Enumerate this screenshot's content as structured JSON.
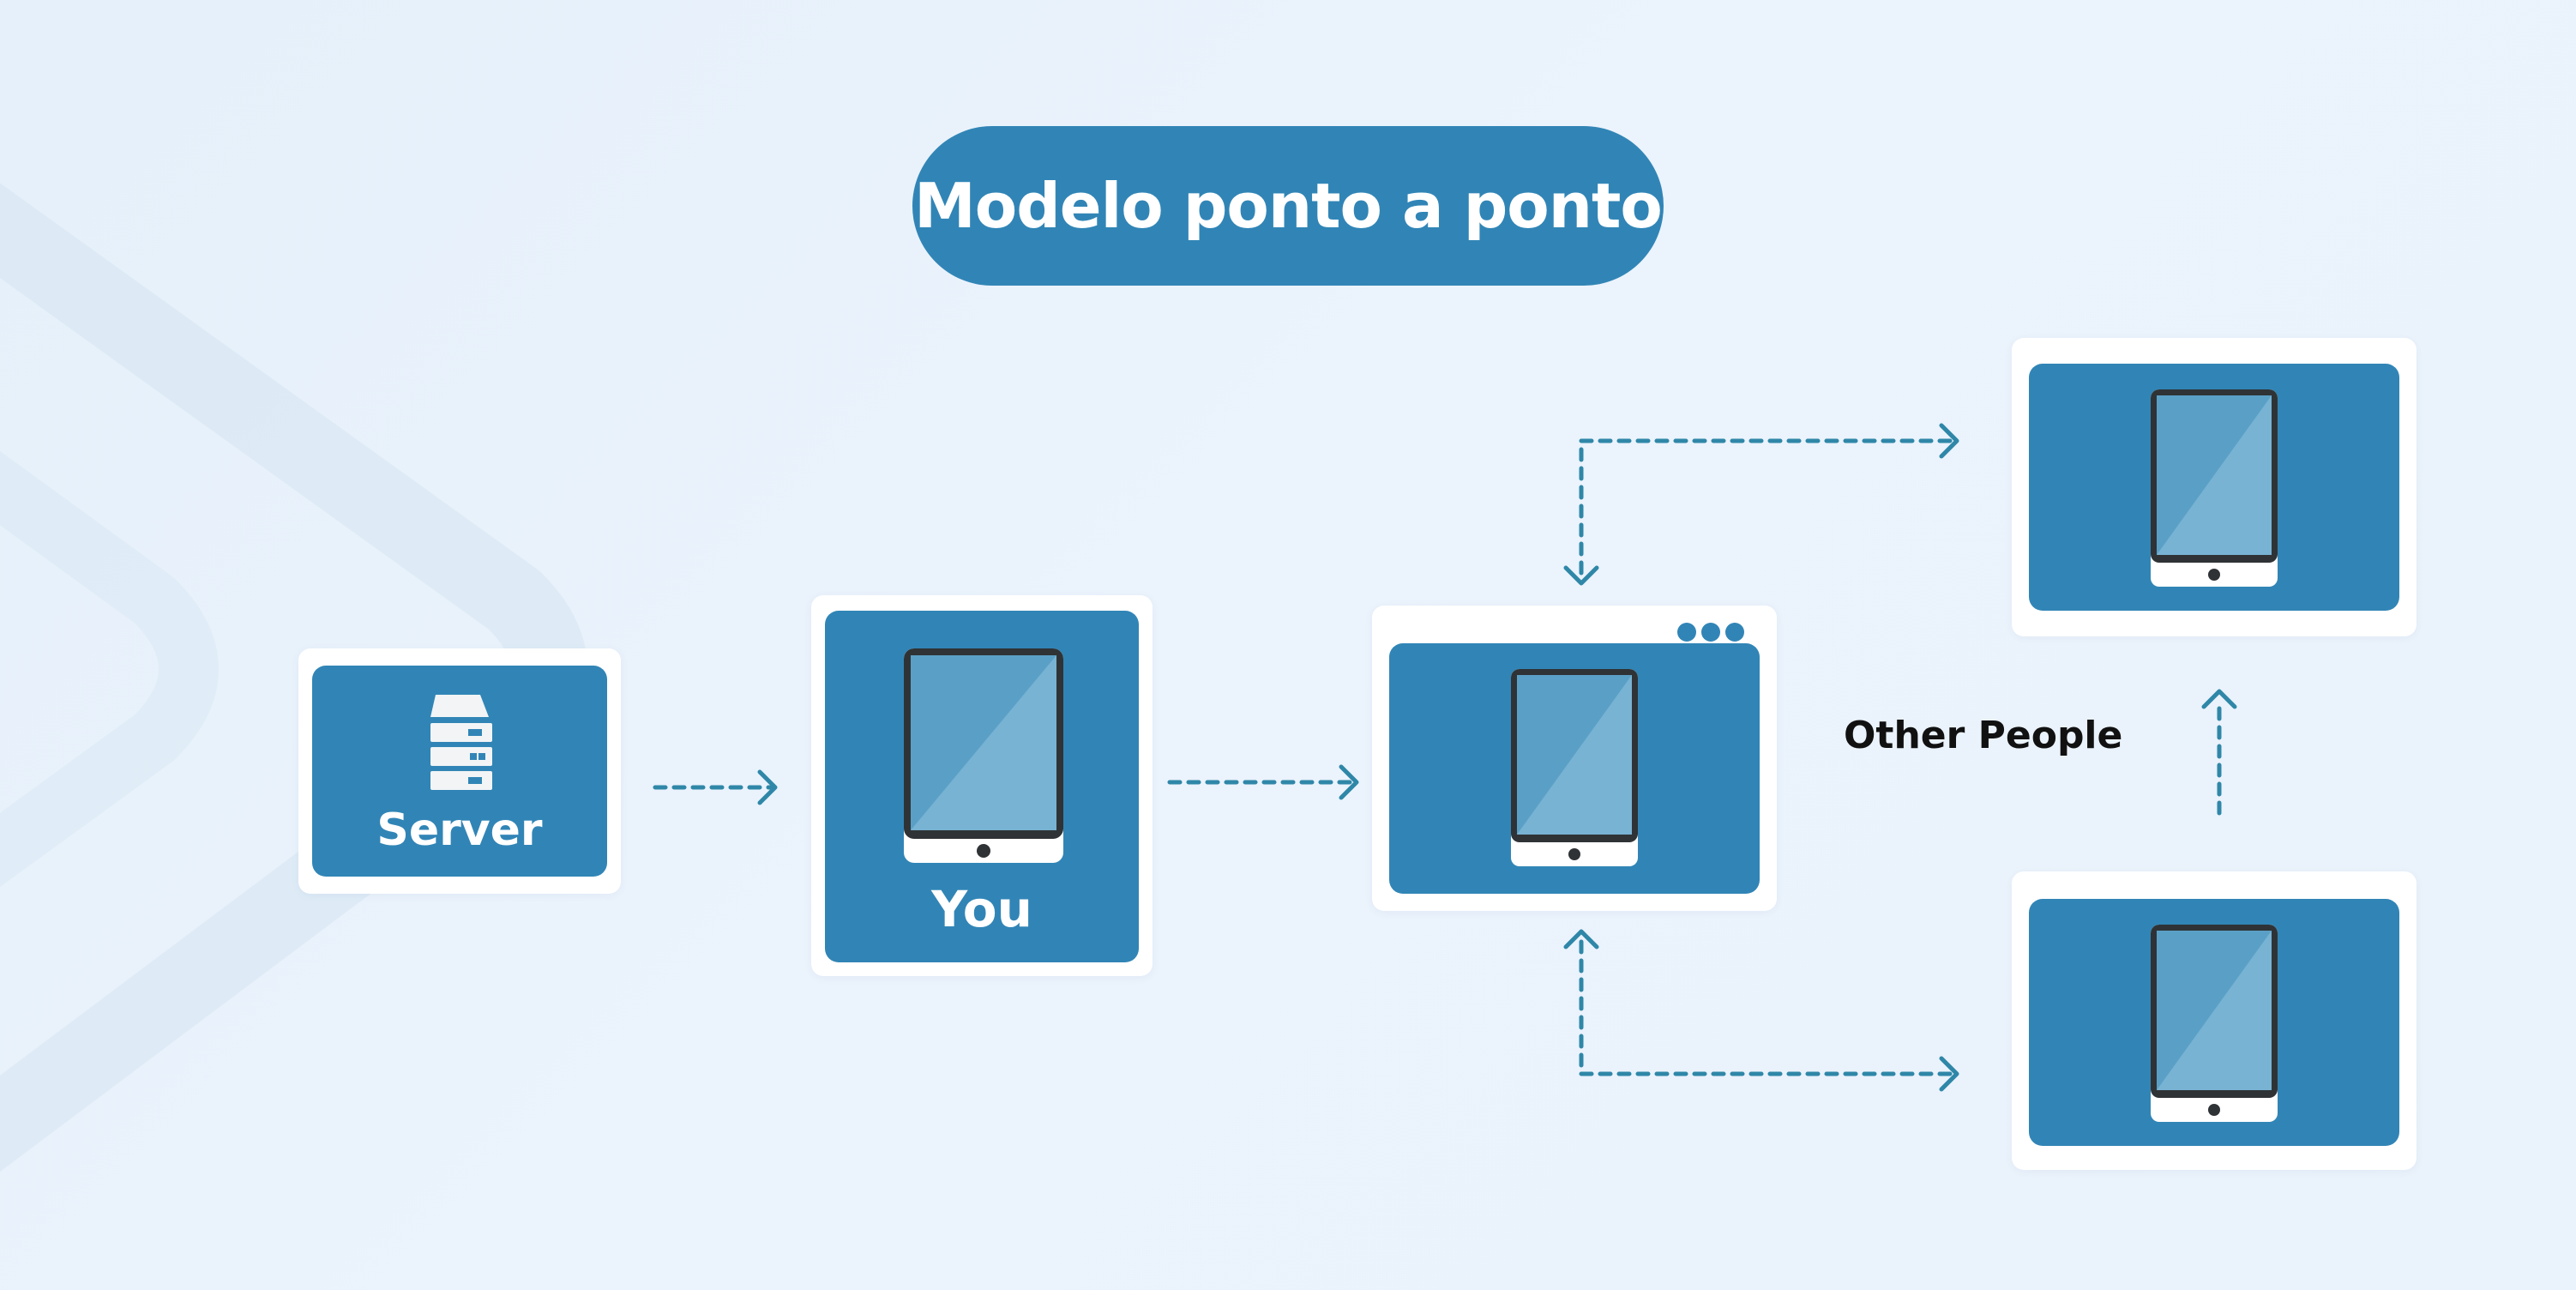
{
  "title": "Modelo ponto a ponto",
  "nodes": {
    "server": {
      "label": "Server"
    },
    "you": {
      "label": "You"
    },
    "other_people": {
      "label": "Other People"
    }
  },
  "colors": {
    "accent": "#3185b6",
    "arrow": "#2f87a8",
    "card_background": "#ffffff",
    "page_background": "#e8f1fb",
    "device_frame": "#2f3336",
    "device_screen": "#5aa0c6",
    "device_screen_highlight": "#78b3d3"
  },
  "icons": {
    "server": "server-rack-icon",
    "device": "tablet-icon",
    "window_controls": "three-dots-icon"
  }
}
